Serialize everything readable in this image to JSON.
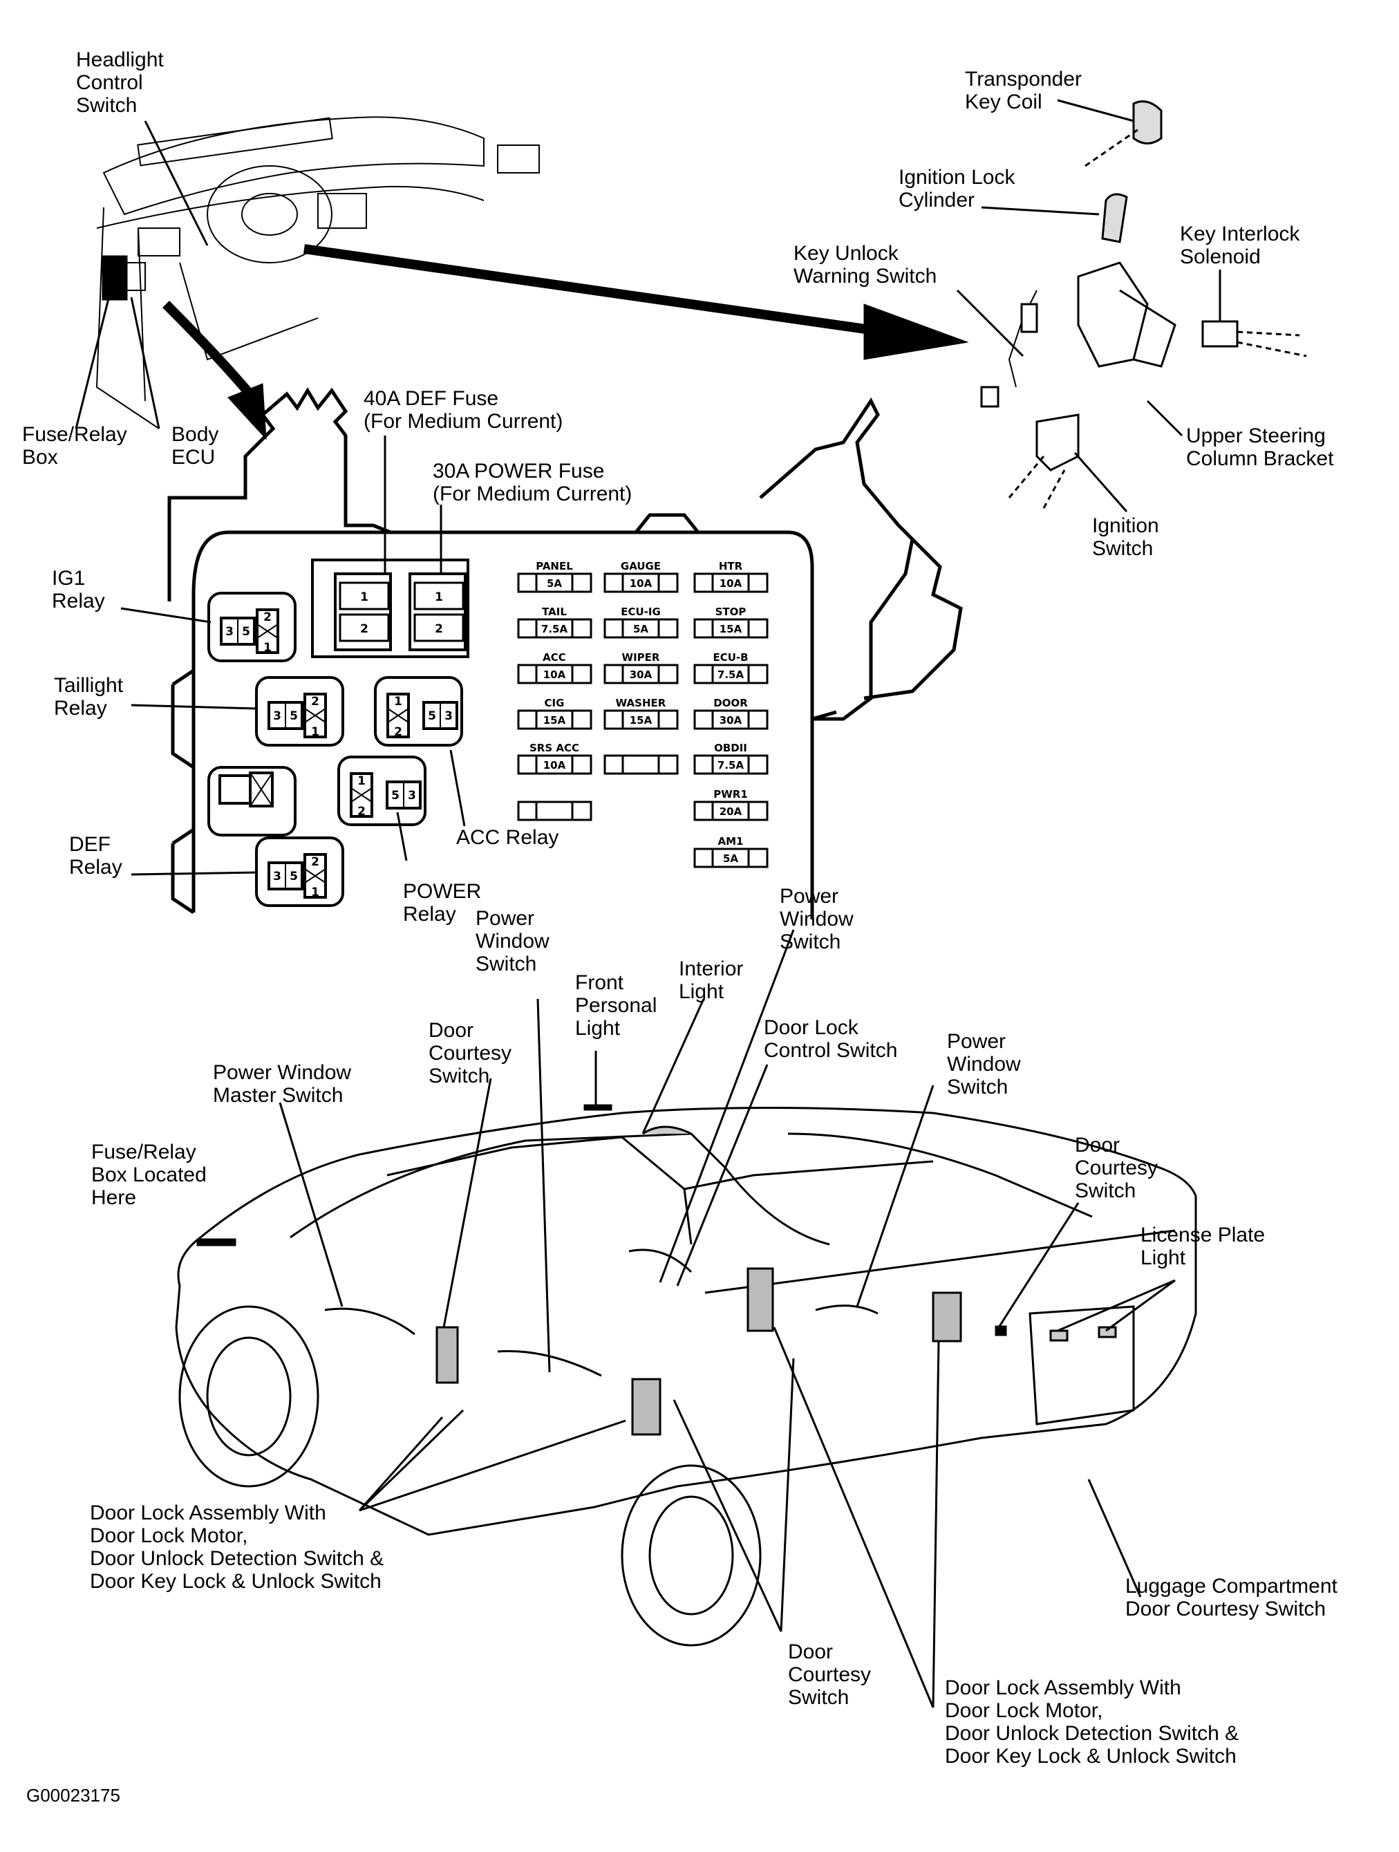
{
  "labels": {
    "headlight_control_switch": "Headlight\nControl\nSwitch",
    "fuse_relay_box": "Fuse/Relay\nBox",
    "body_ecu": "Body\nECU",
    "transponder_key_coil": "Transponder\nKey Coil",
    "ignition_lock_cylinder": "Ignition Lock\nCylinder",
    "key_interlock_solenoid": "Key Interlock\nSolenoid",
    "key_unlock_warning_switch": "Key Unlock\nWarning Switch",
    "upper_steering_column_bracket": "Upper Steering\nColumn Bracket",
    "ignition_switch": "Ignition\nSwitch",
    "def_fuse_40a": "40A DEF Fuse\n(For Medium Current)",
    "power_fuse_30a": "30A POWER Fuse\n(For Medium Current)",
    "ig1_relay": "IG1\nRelay",
    "taillight_relay": "Taillight\nRelay",
    "def_relay": "DEF\nRelay",
    "acc_relay": "ACC Relay",
    "power_relay": "POWER\nRelay",
    "power_window_switch_1": "Power\nWindow\nSwitch",
    "power_window_switch_2": "Power\nWindow\nSwitch",
    "power_window_switch_3": "Power\nWindow\nSwitch",
    "front_personal_light": "Front\nPersonal\nLight",
    "interior_light": "Interior\nLight",
    "door_lock_control_switch": "Door Lock\nControl Switch",
    "door_courtesy_switch_1": "Door\nCourtesy\nSwitch",
    "door_courtesy_switch_2": "Door\nCourtesy\nSwitch",
    "door_courtesy_switch_3": "Door\nCourtesy\nSwitch",
    "power_window_master_switch": "Power Window\nMaster Switch",
    "fuse_relay_box_located_here": "Fuse/Relay\nBox Located\nHere",
    "license_plate_light": "License Plate\nLight",
    "door_lock_assembly_left": "Door Lock Assembly With\nDoor Lock Motor,\nDoor Unlock Detection Switch &\nDoor Key Lock & Unlock Switch",
    "door_lock_assembly_right": "Door Lock Assembly With\nDoor Lock Motor,\nDoor Unlock Detection Switch &\nDoor Key Lock & Unlock Switch",
    "luggage_compartment_door_courtesy_switch": "Luggage Compartment\nDoor Courtesy Switch"
  },
  "fuses": [
    {
      "name": "PANEL",
      "rating": "5A"
    },
    {
      "name": "GAUGE",
      "rating": "10A"
    },
    {
      "name": "HTR",
      "rating": "10A"
    },
    {
      "name": "TAIL",
      "rating": "7.5A"
    },
    {
      "name": "ECU-IG",
      "rating": "5A"
    },
    {
      "name": "STOP",
      "rating": "15A"
    },
    {
      "name": "ACC",
      "rating": "10A"
    },
    {
      "name": "WIPER",
      "rating": "30A"
    },
    {
      "name": "ECU-B",
      "rating": "7.5A"
    },
    {
      "name": "CIG",
      "rating": "15A"
    },
    {
      "name": "WASHER",
      "rating": "15A"
    },
    {
      "name": "DOOR",
      "rating": "30A"
    },
    {
      "name": "SRS ACC",
      "rating": "10A"
    },
    {
      "name": "",
      "rating": ""
    },
    {
      "name": "OBDII",
      "rating": "7.5A"
    },
    {
      "name": "",
      "rating": ""
    },
    {
      "name": "PWR1",
      "rating": "20A"
    },
    {
      "name": "AM1",
      "rating": "5A"
    }
  ],
  "medium_fuse_pins": [
    "1",
    "2"
  ],
  "relay_pins": {
    "a": "3",
    "b": "5",
    "c": "2",
    "d": "1"
  },
  "figure_code": "G00023175"
}
